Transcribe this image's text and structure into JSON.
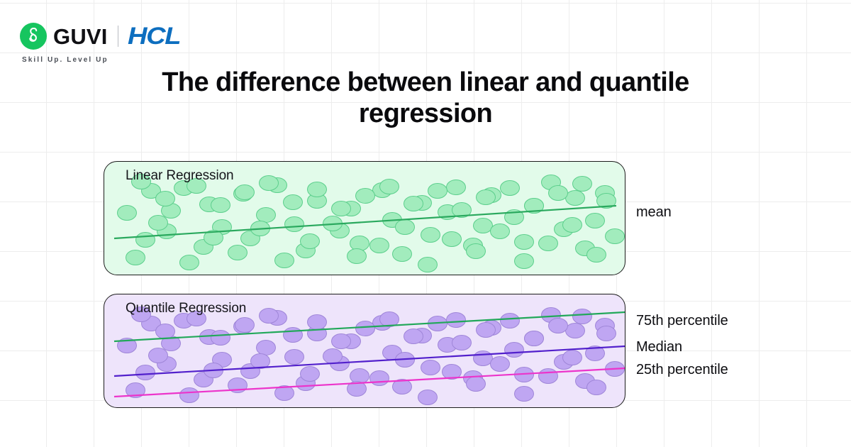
{
  "brand": {
    "logo_icon": "guvi-g-mark",
    "name": "GUVI",
    "partner": "HCL",
    "tagline": "Skill Up. Level Up",
    "colors": {
      "guvi_green": "#16c55f",
      "hcl_blue": "#0d6ebf",
      "tagline_gray": "#4b4f57"
    }
  },
  "title": "The difference between linear and quantile regression",
  "panels": [
    {
      "id": "linear",
      "title": "Linear Regression",
      "background": "#e2fbea",
      "dot_fill": "#a2ecbd",
      "dot_stroke": "#5ccf8c",
      "lines": [
        {
          "name": "mean",
          "color": "#2aa95e",
          "label": "mean",
          "y_left": 108,
          "y_right": 62
        }
      ]
    },
    {
      "id": "quantile",
      "title": "Quantile Regression",
      "background": "#eee4fb",
      "dot_fill": "#bfa6f2",
      "dot_stroke": "#9f86d8",
      "lines": [
        {
          "name": "p75",
          "color": "#22a85a",
          "label": "75th percentile",
          "y_left": 66,
          "y_right": 25
        },
        {
          "name": "median",
          "color": "#5220cc",
          "label": "Median",
          "y_left": 115,
          "y_right": 73
        },
        {
          "name": "p25",
          "color": "#ec34cb",
          "label": "25th percentile",
          "y_left": 144,
          "y_right": 104
        }
      ]
    }
  ],
  "side_labels": {
    "mean": "mean",
    "p75": "75th percentile",
    "median": "Median",
    "p25": "25th percentile"
  },
  "chart_data": {
    "type": "scatter",
    "title": "The difference between linear and quantile regression",
    "xlabel": "",
    "ylabel": "",
    "grid": false,
    "legend_position": "right",
    "panels": [
      {
        "name": "Linear Regression",
        "series": [
          {
            "name": "observations",
            "type": "scatter",
            "color": "#a2ecbd",
            "x": [
              32,
              66,
              58,
              94,
              112,
              88,
              148,
              140,
              166,
              196,
              206,
              228,
              244,
              268,
              284,
              300,
              332,
              348,
              360,
              392,
              406,
              420,
              448,
              460,
              484,
              496,
              520,
              534,
              546,
              578,
              592,
              606,
              630,
              648,
              664,
              678,
              692,
              706,
              720,
              44,
              76,
              120,
              154,
              188,
              220,
              254,
              290,
              322,
              356,
              388,
              424,
              456,
              490,
              524,
              558,
              592,
              626,
              660,
              694,
              52,
              86,
              130,
              164,
              198,
              232,
              266,
              300,
              334,
              368,
              402,
              436,
              470,
              504,
              538,
              572,
              606,
              640,
              674,
              708
            ],
            "y": [
              72,
              41,
              110,
              69,
              37,
              98,
              60,
              120,
              92,
              45,
              108,
              75,
              33,
              88,
              125,
              55,
              97,
              66,
              115,
              40,
              82,
              130,
              58,
              103,
              71,
              36,
              118,
              90,
              47,
              78,
              113,
              62,
              29,
              95,
              51,
              122,
              83,
              44,
              105,
              135,
              86,
              142,
              107,
              128,
              94,
              139,
              112,
              87,
              133,
              118,
              92,
              145,
              109,
              126,
              98,
              140,
              115,
              89,
              131,
              28,
              52,
              34,
              61,
              43,
              30,
              57,
              39,
              66,
              48,
              35,
              59,
              41,
              68,
              50,
              37,
              62,
              44,
              31,
              55
            ]
          },
          {
            "name": "mean",
            "type": "line",
            "color": "#2aa95e",
            "x": [
              14,
              722
            ],
            "y": [
              108,
              62
            ]
          }
        ]
      },
      {
        "name": "Quantile Regression",
        "series": [
          {
            "name": "observations",
            "type": "scatter",
            "color": "#bfa6f2",
            "x": [
              32,
              66,
              58,
              94,
              112,
              88,
              148,
              140,
              166,
              196,
              206,
              228,
              244,
              268,
              284,
              300,
              332,
              348,
              360,
              392,
              406,
              420,
              448,
              460,
              484,
              496,
              520,
              534,
              546,
              578,
              592,
              606,
              630,
              648,
              664,
              678,
              692,
              706,
              720,
              44,
              76,
              120,
              154,
              188,
              220,
              254,
              290,
              322,
              356,
              388,
              424,
              456,
              490,
              524,
              558,
              592,
              626,
              660,
              694,
              52,
              86,
              130,
              164,
              198,
              232,
              266,
              300,
              334,
              368,
              402,
              436,
              470,
              504,
              538,
              572,
              606,
              640,
              674,
              708
            ],
            "y": [
              72,
              41,
              110,
              69,
              37,
              98,
              60,
              120,
              92,
              45,
              108,
              75,
              33,
              88,
              125,
              55,
              97,
              66,
              115,
              40,
              82,
              130,
              58,
              103,
              71,
              36,
              118,
              90,
              47,
              78,
              113,
              62,
              29,
              95,
              51,
              122,
              83,
              44,
              105,
              135,
              86,
              142,
              107,
              128,
              94,
              139,
              112,
              87,
              133,
              118,
              92,
              145,
              109,
              126,
              98,
              140,
              115,
              89,
              131,
              28,
              52,
              34,
              61,
              43,
              30,
              57,
              39,
              66,
              48,
              35,
              59,
              41,
              68,
              50,
              37,
              62,
              44,
              31,
              55
            ]
          },
          {
            "name": "75th percentile",
            "type": "line",
            "color": "#22a85a",
            "x": [
              14,
              734
            ],
            "y": [
              66,
              25
            ]
          },
          {
            "name": "Median",
            "type": "line",
            "color": "#5220cc",
            "x": [
              14,
              734
            ],
            "y": [
              115,
              73
            ]
          },
          {
            "name": "25th percentile",
            "type": "line",
            "color": "#ec34cb",
            "x": [
              14,
              734
            ],
            "y": [
              144,
              104
            ]
          }
        ]
      }
    ]
  }
}
